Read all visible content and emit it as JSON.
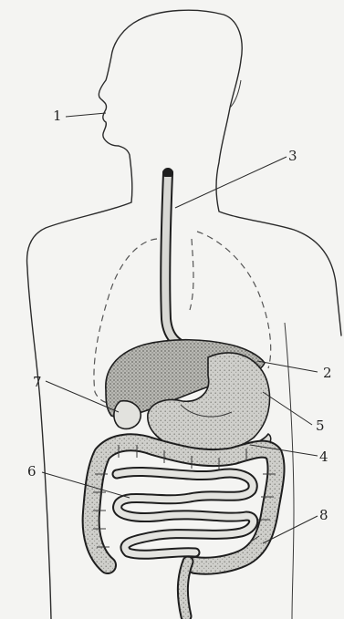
{
  "labels": [
    {
      "id": "1",
      "text": "1"
    },
    {
      "id": "2",
      "text": "2"
    },
    {
      "id": "3",
      "text": "3"
    },
    {
      "id": "4",
      "text": "4"
    },
    {
      "id": "5",
      "text": "5"
    },
    {
      "id": "6",
      "text": "6"
    },
    {
      "id": "7",
      "text": "7"
    },
    {
      "id": "8",
      "text": "8"
    }
  ],
  "colors": {
    "background": "#f4f4f2",
    "line": "#2b2b2b",
    "organ_fill": "#c9c9c5",
    "organ_shade": "#9d9d98"
  }
}
